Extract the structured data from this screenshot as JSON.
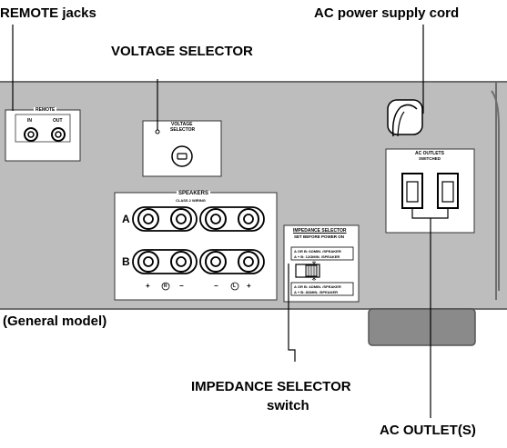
{
  "callouts": {
    "remote_jacks": "REMOTE jacks",
    "ac_power_cord": "AC power supply cord",
    "voltage_selector": "VOLTAGE SELECTOR",
    "general_model": "(General model)",
    "impedance_switch_line1": "IMPEDANCE SELECTOR",
    "impedance_switch_line2": "switch",
    "ac_outlets": "AC OUTLET(S)"
  },
  "panel": {
    "remote_title": "REMOTE",
    "remote_in": "IN",
    "remote_out": "OUT",
    "voltage_title_line1": "VOLTAGE",
    "voltage_title_line2": "SELECTOR",
    "speakers_title": "SPEAKERS",
    "speakers_subtitle": "CLASS 2 WIRING",
    "row_a": "A",
    "row_b": "B",
    "polarity_labels": [
      "+",
      "R",
      "−",
      "−",
      "L",
      "+"
    ],
    "impedance_title": "IMPEDANCE SELECTOR",
    "impedance_subtitle": "SET BEFORE POWER ON",
    "impedance_upper_line1": "A OR B: 6ΩMIN. /SPEAKER",
    "impedance_upper_line2": "A + B: 12ΩMIN. /SPEAKER",
    "impedance_lower_line1": "A OR B: 4ΩMIN. /SPEAKER",
    "impedance_lower_line2": "A + B: 8ΩMIN. /SPEAKER",
    "ac_outlets_title": "AC OUTLETS",
    "ac_outlets_subtitle": "SWITCHED"
  },
  "colors": {
    "panel": "#bdbdbd",
    "panel_edge": "#6e6e6e",
    "line": "#000000"
  }
}
